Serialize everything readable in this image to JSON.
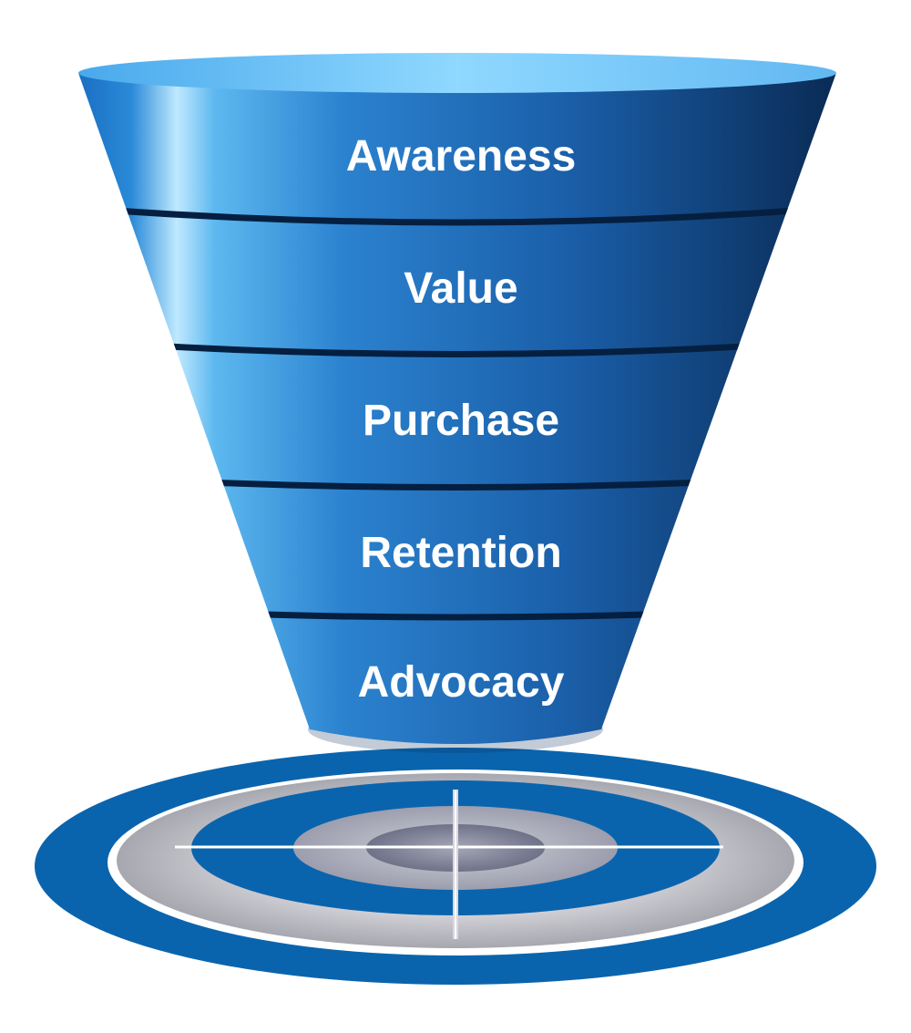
{
  "funnel": {
    "stages": [
      {
        "label": "Awareness"
      },
      {
        "label": "Value"
      },
      {
        "label": "Purchase"
      },
      {
        "label": "Retention"
      },
      {
        "label": "Advocacy"
      }
    ]
  },
  "colors": {
    "background": "#ffffff",
    "funnel_light": "#7fd0ff",
    "funnel_mid": "#1e74c4",
    "funnel_dark": "#0b2f5c",
    "target_blue": "#0a64ad",
    "target_gray": "#b7b7bf",
    "target_center": "#8d8fa3"
  }
}
